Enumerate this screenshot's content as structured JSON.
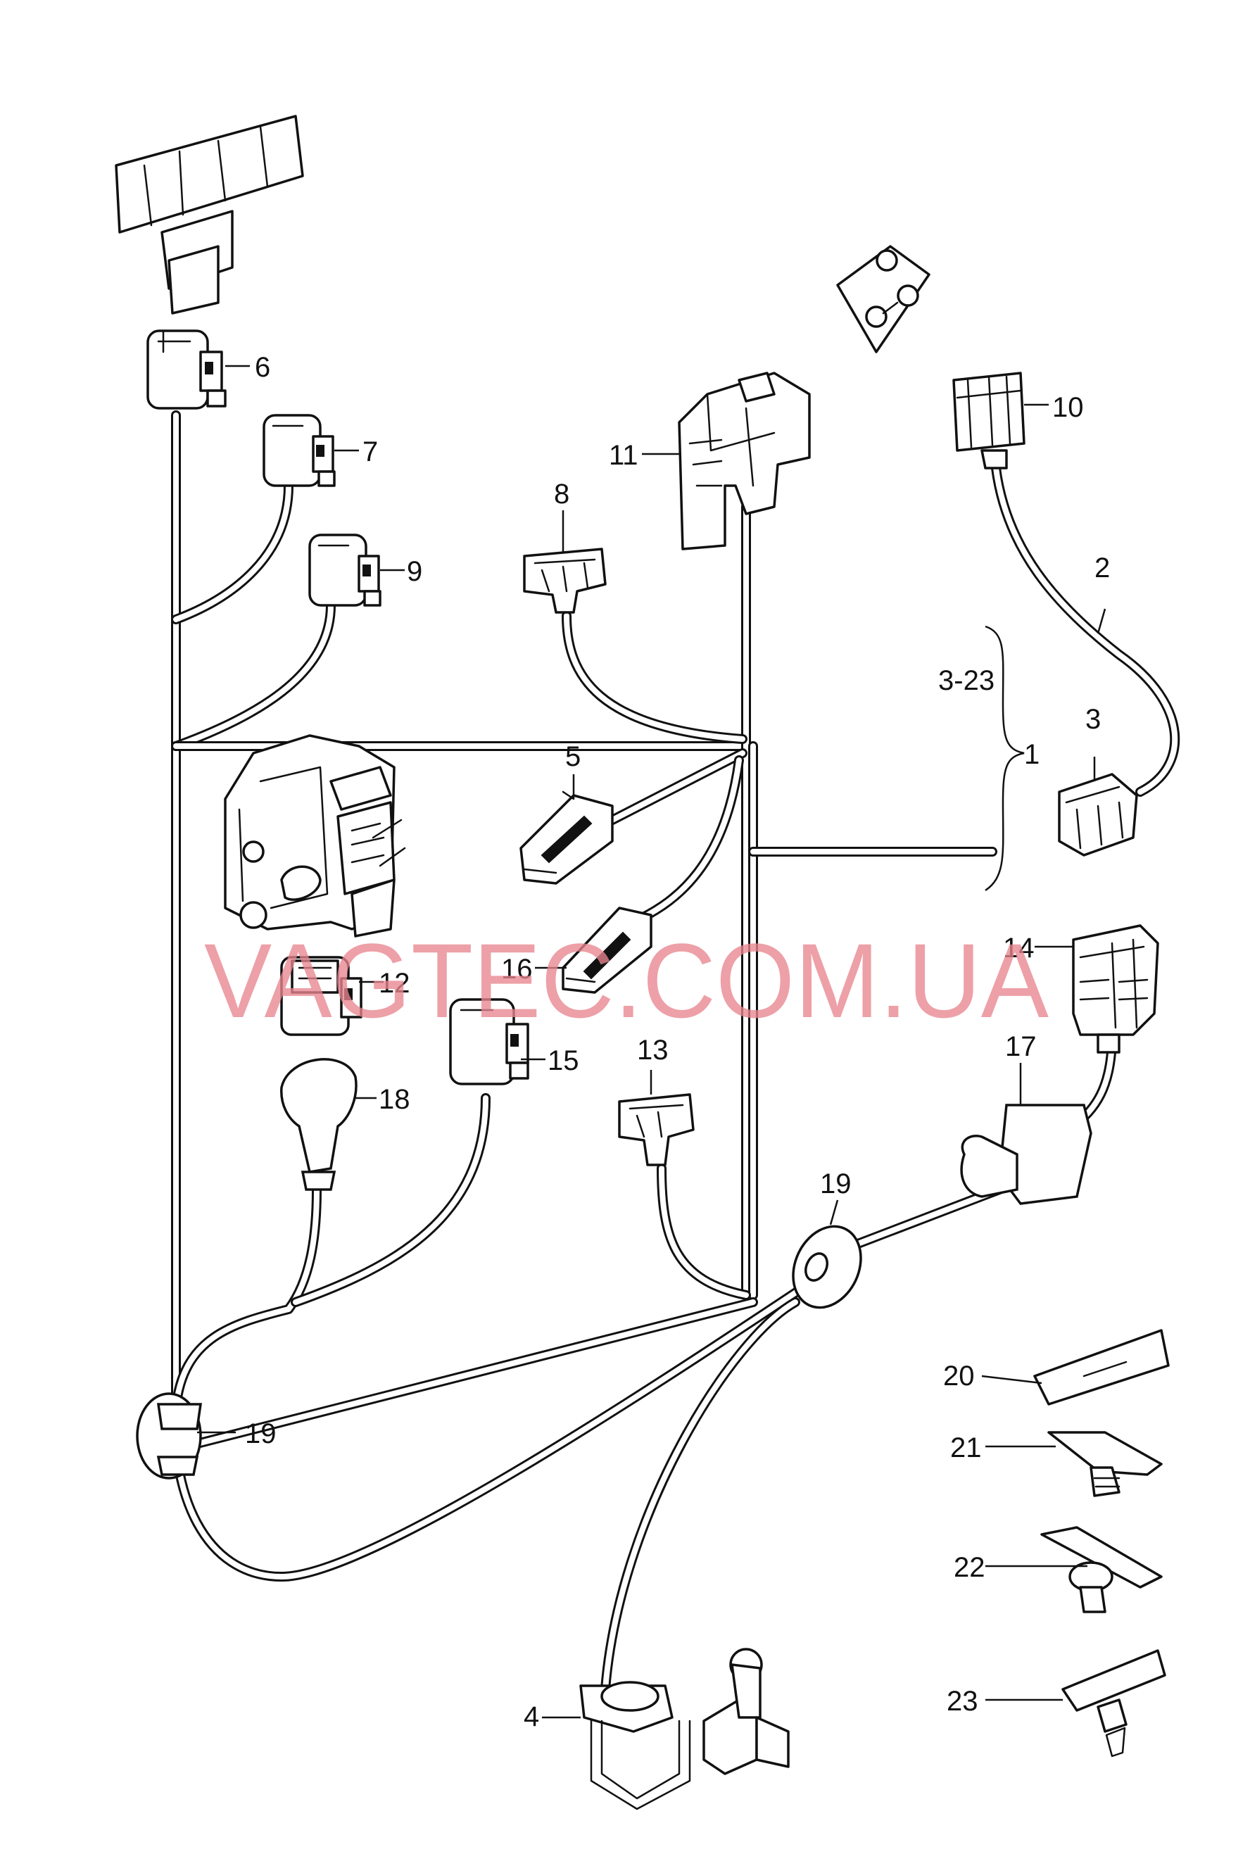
{
  "watermark": "VAGTEC.COM.UA",
  "callouts": {
    "c1": "1",
    "c2": "2",
    "c3": "3",
    "c3_23": "3-23",
    "c4": "4",
    "c5": "5",
    "c6": "6",
    "c7": "7",
    "c8": "8",
    "c9": "9",
    "c10": "10",
    "c11": "11",
    "c12": "12",
    "c13": "13",
    "c14": "14",
    "c15": "15",
    "c16": "16",
    "c17": "17",
    "c18": "18",
    "c19a": "19",
    "c19b": "19",
    "c20": "20",
    "c21": "21",
    "c22": "22",
    "c23": "23"
  },
  "colors": {
    "line": "#111111",
    "background": "#ffffff",
    "watermark": "#e8858e"
  }
}
